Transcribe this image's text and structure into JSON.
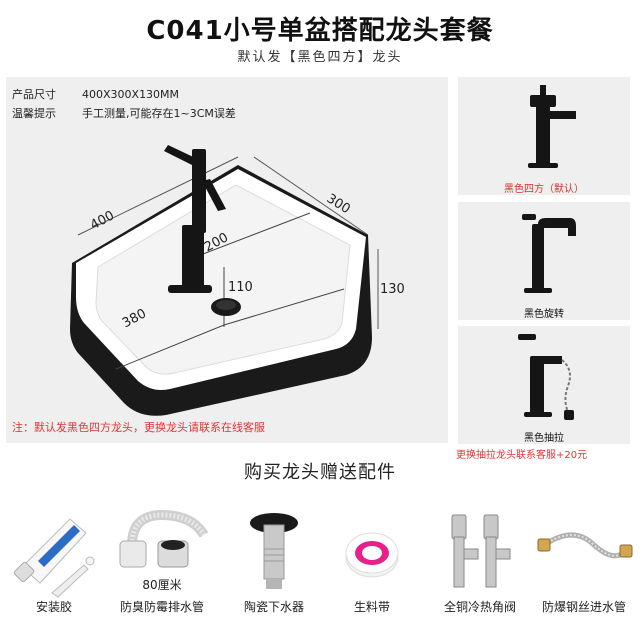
{
  "header": {
    "title": "C041小号单盆搭配龙头套餐",
    "subtitle": "默认发【黑色四方】龙头"
  },
  "specs": [
    {
      "key": "产品尺寸",
      "value": "400X300X130MM"
    },
    {
      "key": "温馨提示",
      "value": "手工测量,可能存在1~3CM误差"
    }
  ],
  "dimensions": {
    "d400": "400",
    "d300": "300",
    "d200": "200",
    "d380": "380",
    "d110": "110",
    "d130": "130"
  },
  "note": "注：默认发黑色四方龙头，更换龙头请联系在线客服",
  "faucets": [
    {
      "label": "黑色四方（默认）"
    },
    {
      "label": "黑色旋转"
    },
    {
      "label": "黑色抽拉"
    }
  ],
  "faucet_note": "更换抽拉龙头联系客服+20元",
  "section_title": "购买龙头赠送配件",
  "accessories": [
    {
      "label": "安装胶"
    },
    {
      "label": "防臭防霉排水管",
      "sub": "80厘米"
    },
    {
      "label": "陶瓷下水器"
    },
    {
      "label": "生料带"
    },
    {
      "label": "全铜冷热角阀"
    },
    {
      "label": "防爆钢丝进水管"
    }
  ],
  "colors": {
    "accent_red": "#e53333",
    "panel_bg": "#efefef",
    "basin_black": "#1a1a1a"
  }
}
